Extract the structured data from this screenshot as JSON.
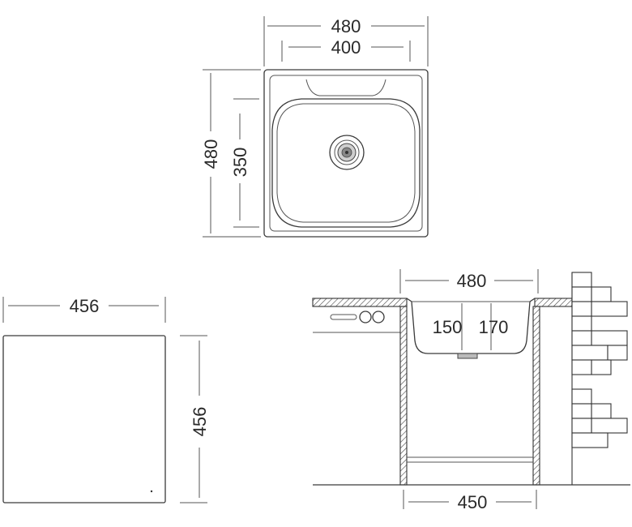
{
  "top_view": {
    "width_outer": "480",
    "width_inner": "400",
    "height_outer": "480",
    "height_inner": "350"
  },
  "cutout": {
    "width": "456",
    "height": "456"
  },
  "section": {
    "top_width": "480",
    "depth_left": "150",
    "depth_right": "170",
    "cabinet_width": "450"
  },
  "colors": {
    "line": "#3a3a3a",
    "bowl_fill": "#ffffff",
    "hatch": "#444444"
  }
}
